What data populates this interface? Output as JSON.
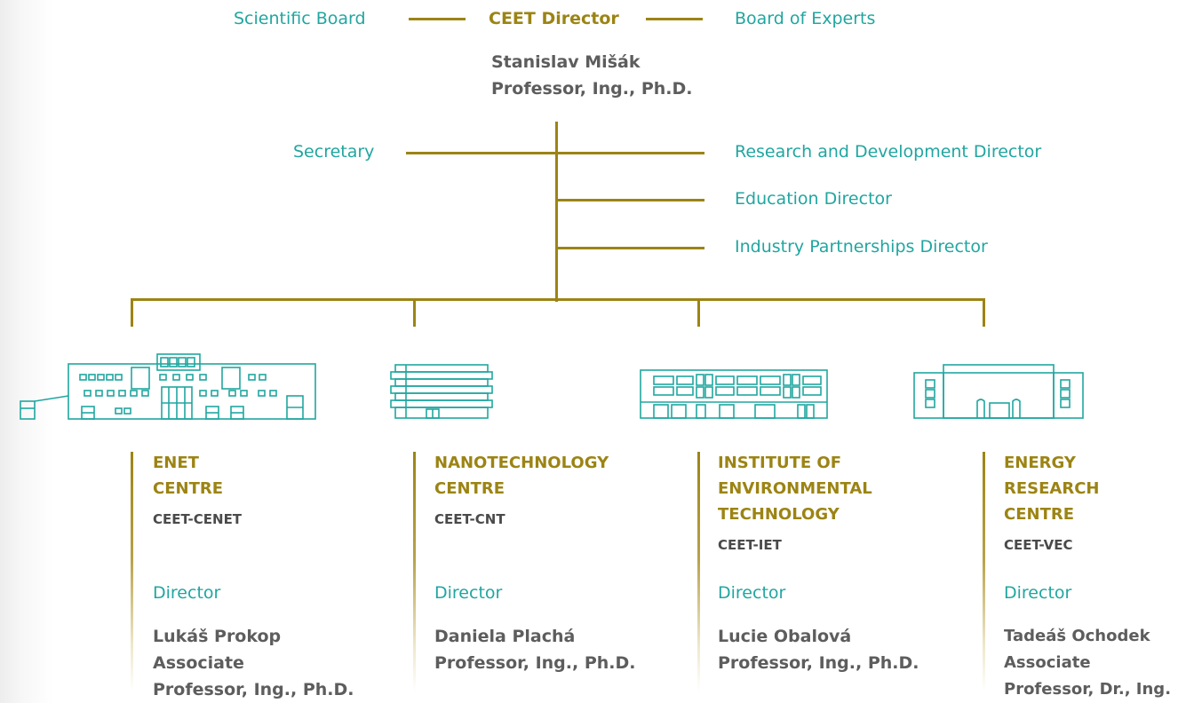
{
  "top": {
    "scientific_board": "Scientific Board",
    "director_title": "CEET Director",
    "board_of_experts": "Board of Experts",
    "director_name": "Stanislav Mišák",
    "director_degree": "Professor, Ing., Ph.D."
  },
  "staff": {
    "secretary": "Secretary",
    "rd_director": "Research and Development Director",
    "education_director": "Education Director",
    "industry_director": "Industry Partnerships Director"
  },
  "centres": [
    {
      "title": [
        "ENET",
        "CENTRE"
      ],
      "code": "CEET-CENET",
      "role": "Director",
      "person": [
        "Lukáš Prokop",
        "Associate",
        "Professor, Ing., Ph.D."
      ]
    },
    {
      "title": [
        "NANOTECHNOLOGY",
        "CENTRE"
      ],
      "code": "CEET-CNT",
      "role": "Director",
      "person": [
        "Daniela Plachá",
        "Professor, Ing., Ph.D."
      ]
    },
    {
      "title": [
        "INSTITUTE OF",
        "ENVIRONMENTAL",
        "TECHNOLOGY"
      ],
      "code": "CEET-IET",
      "role": "Director",
      "person": [
        "Lucie Obalová",
        "Professor, Ing., Ph.D."
      ]
    },
    {
      "title": [
        "ENERGY",
        "RESEARCH",
        "CENTRE"
      ],
      "code": "CEET-VEC",
      "role": "Director",
      "person": [
        "Tadeáš Ochodek",
        "Associate",
        "Professor, Dr., Ing."
      ]
    }
  ],
  "icons": [
    "enet-building-icon",
    "nanotechnology-building-icon",
    "environmental-building-icon",
    "energy-building-icon"
  ],
  "colors": {
    "teal": "#21a6a0",
    "gold": "#9c8414",
    "gray": "#5d5d5d"
  }
}
